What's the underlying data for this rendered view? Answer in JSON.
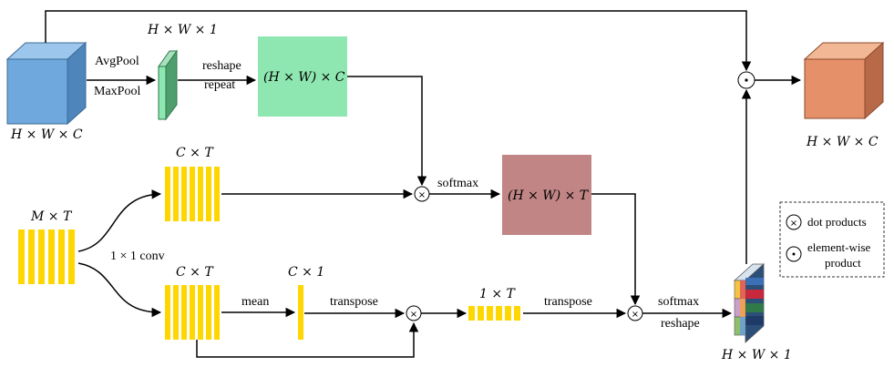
{
  "labels": {
    "input_dims": "H × W × C",
    "pool_dims": "H × W × 1",
    "avgpool": "AvgPool",
    "maxpool": "MaxPool",
    "reshape": "reshape",
    "repeat": "repeat",
    "hw_c": "(H × W) × C",
    "ct_top": "C × T",
    "softmax_top": "softmax",
    "hw_t": "(H × W) × T",
    "mt": "M × T",
    "conv": "1 × 1 conv",
    "ct_bottom": "C × T",
    "c1": "C × 1",
    "mean": "mean",
    "transpose_1": "transpose",
    "t1": "1 × T",
    "transpose_2": "transpose",
    "softmax_bottom": "softmax",
    "reshape_bottom": "reshape",
    "out_map_dims": "H × W × 1",
    "output_dims": "H × W × C"
  },
  "legend": {
    "dot": "dot products",
    "elem_line1": "element-wise",
    "elem_line2": "product"
  },
  "colors": {
    "input_cube": "#6fa8dc",
    "pool_slab": "#6fbf8e",
    "hw_c_box": "#8ee6b0",
    "yellow": "#ffd700",
    "hw_t_box": "#c18585",
    "output_cube": "#e6906a"
  }
}
